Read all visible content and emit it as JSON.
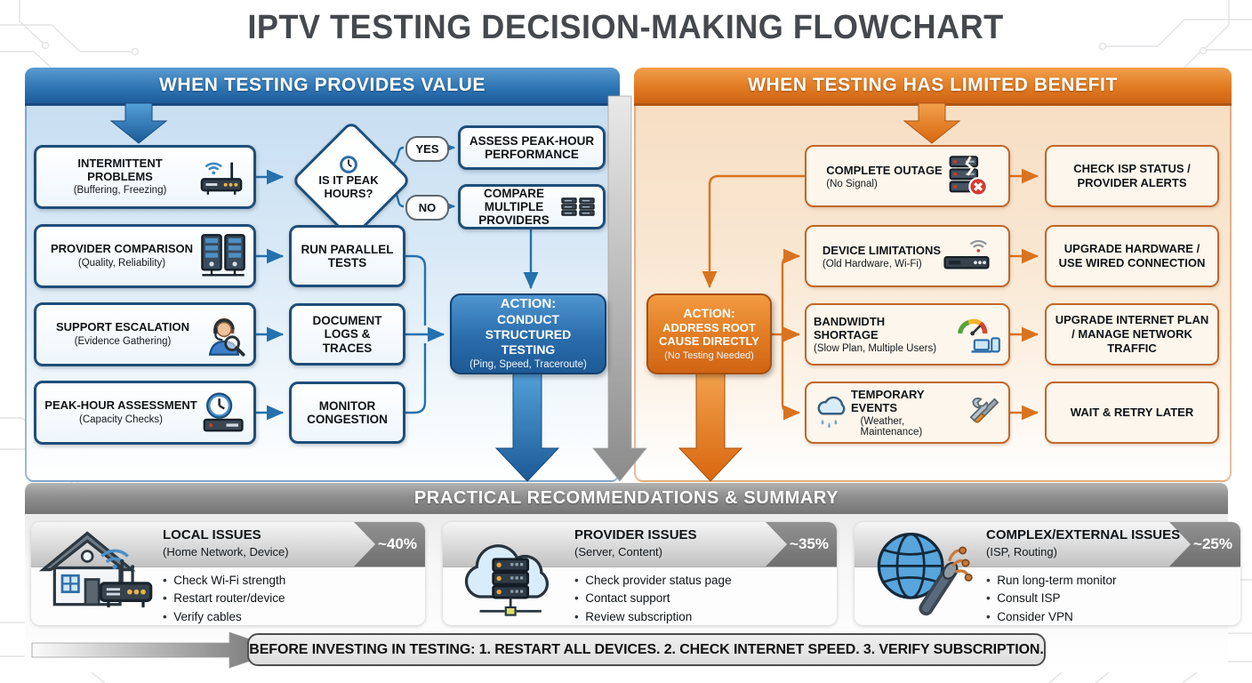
{
  "title": "IPTV TESTING DECISION-MAKING FLOWCHART",
  "value_panel": {
    "header": "WHEN TESTING PROVIDES VALUE",
    "causes": [
      {
        "title": "INTERMITTENT PROBLEMS",
        "subtitle": "(Buffering, Freezing)",
        "icon": "router-icon"
      },
      {
        "title": "PROVIDER COMPARISON",
        "subtitle": "(Quality, Reliability)",
        "icon": "servers-icon"
      },
      {
        "title": "SUPPORT ESCALATION",
        "subtitle": "(Evidence Gathering)",
        "icon": "support-agent-icon"
      },
      {
        "title": "PEAK-HOUR ASSESSMENT",
        "subtitle": "(Capacity Checks)",
        "icon": "clock-device-icon"
      }
    ],
    "decision": {
      "question": "IS IT PEAK HOURS?",
      "yes": "YES",
      "no": "NO"
    },
    "yes_outcome": "ASSESS PEAK-HOUR PERFORMANCE",
    "no_outcome": "COMPARE MULTIPLE PROVIDERS",
    "steps": [
      "RUN PARALLEL TESTS",
      "DOCUMENT LOGS & TRACES",
      "MONITOR CONGESTION"
    ],
    "action": {
      "heading": "ACTION:",
      "title": "CONDUCT STRUCTURED TESTING",
      "note": "(Ping, Speed, Traceroute)"
    }
  },
  "limited_panel": {
    "header": "WHEN TESTING HAS LIMITED BENEFIT",
    "action": {
      "heading": "ACTION:",
      "title": "ADDRESS ROOT CAUSE DIRECTLY",
      "note": "(No Testing Needed)"
    },
    "rows": [
      {
        "cause": "COMPLETE OUTAGE",
        "detail": "(No Signal)",
        "remedy": "CHECK ISP STATUS / PROVIDER ALERTS",
        "icon": "broken-server-icon"
      },
      {
        "cause": "DEVICE LIMITATIONS",
        "detail": "(Old Hardware, Wi-Fi)",
        "remedy": "UPGRADE HARDWARE / USE WIRED CONNECTION",
        "icon": "settop-box-icon"
      },
      {
        "cause": "BANDWIDTH SHORTAGE",
        "detail": "(Slow Plan, Multiple Users)",
        "remedy": "UPGRADE INTERNET PLAN / MANAGE NETWORK TRAFFIC",
        "icon": "gauge-devices-icon"
      },
      {
        "cause": "TEMPORARY EVENTS",
        "detail": "(Weather, Maintenance)",
        "remedy": "WAIT & RETRY LATER",
        "icon": "rain-cloud-tools-icon"
      }
    ]
  },
  "summary": {
    "header": "PRACTICAL RECOMMENDATIONS & SUMMARY",
    "cards": [
      {
        "title": "LOCAL ISSUES",
        "subtitle": "(Home Network, Device)",
        "share": "~40%",
        "icon": "house-router-icon",
        "bullets": [
          "Check Wi-Fi strength",
          "Restart router/device",
          "Verify cables"
        ]
      },
      {
        "title": "PROVIDER ISSUES",
        "subtitle": "(Server, Content)",
        "share": "~35%",
        "icon": "cloud-server-icon",
        "bullets": [
          "Check provider status page",
          "Contact support",
          "Review subscription"
        ]
      },
      {
        "title": "COMPLEX/EXTERNAL ISSUES",
        "subtitle": "(ISP, Routing)",
        "share": "~25%",
        "icon": "globe-cable-icon",
        "bullets": [
          "Run long-term monitor",
          "Consult ISP",
          "Consider VPN"
        ]
      }
    ],
    "advice": "BEFORE INVESTING IN TESTING: 1. RESTART ALL DEVICES.  2. CHECK INTERNET SPEED.  3. VERIFY SUBSCRIPTION."
  },
  "colors": {
    "blue": "#2471ae",
    "blue_dark": "#1d5c9b",
    "orange": "#d9731f",
    "orange_dark": "#b05510",
    "gray": "#7e7e7e"
  }
}
